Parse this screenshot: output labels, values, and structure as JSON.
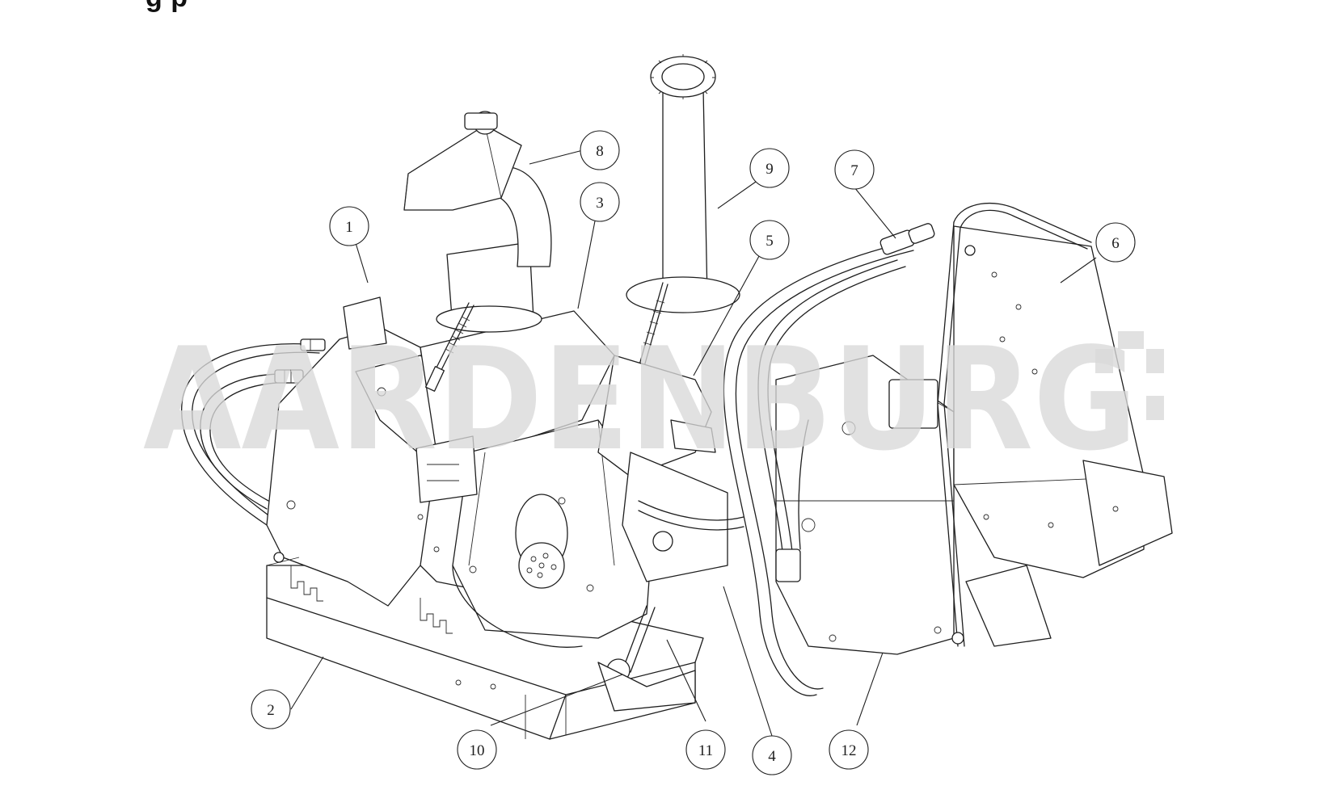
{
  "heading_fragment": "g p",
  "watermark": "AARDENBURG",
  "callouts": [
    "1",
    "2",
    "3",
    "4",
    "5",
    "6",
    "7",
    "8",
    "9",
    "10",
    "11",
    "12"
  ],
  "colors": {
    "line": "#1e1e1e",
    "watermark": "#d9d9d9",
    "background": "#ffffff"
  }
}
